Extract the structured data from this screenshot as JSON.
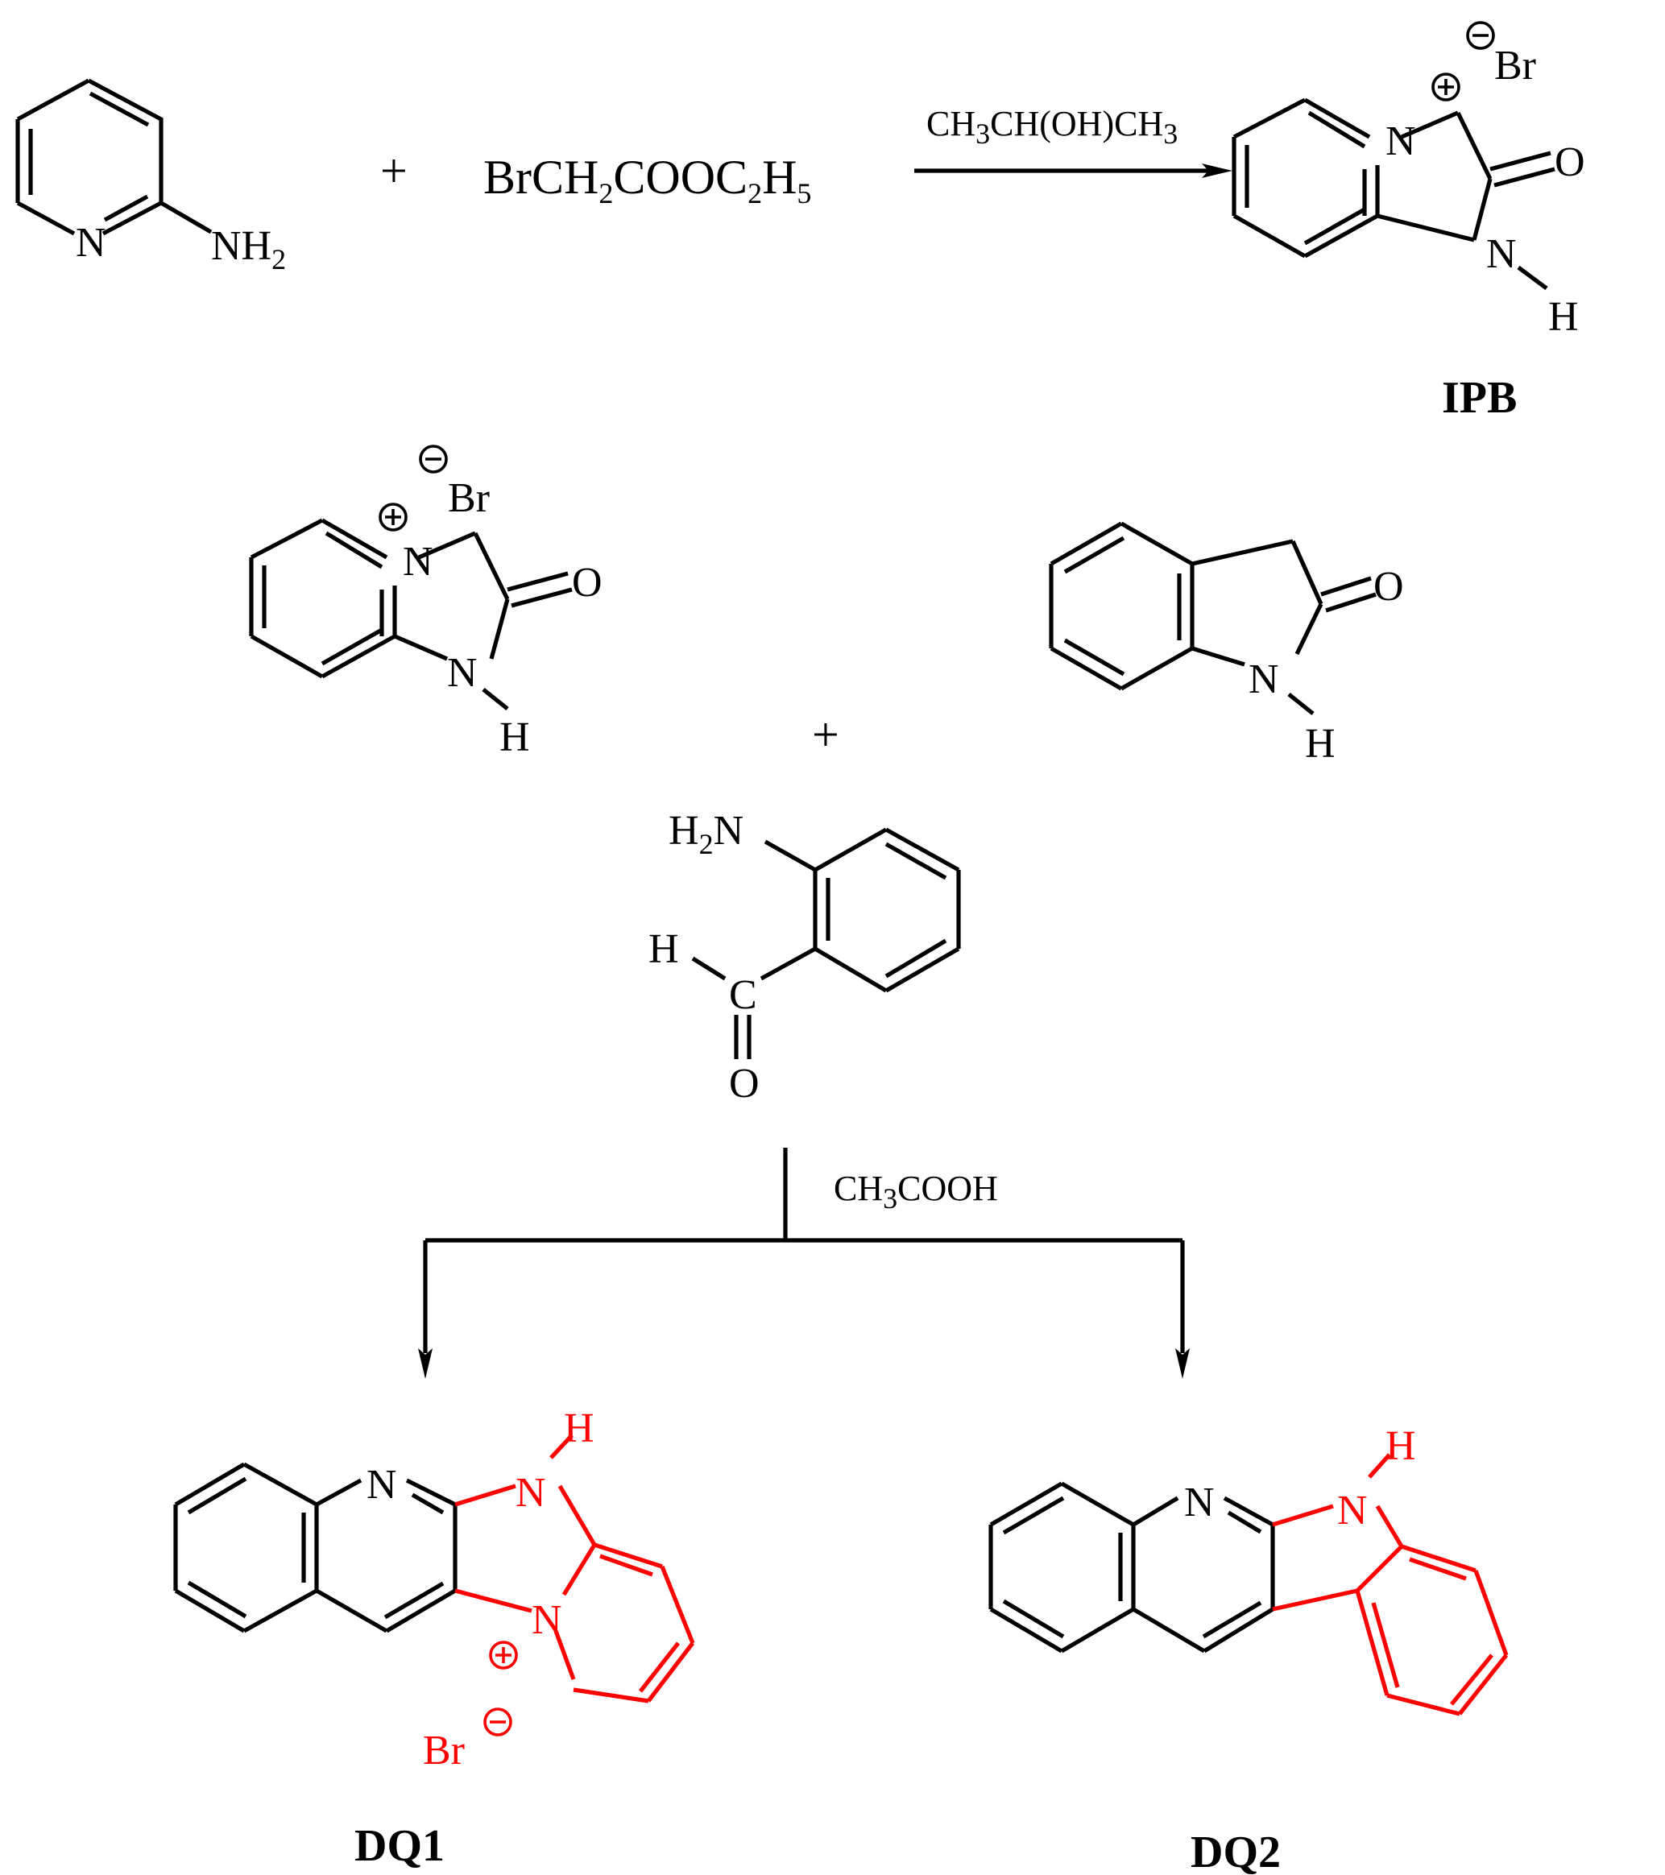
{
  "atoms": {
    "N": "N",
    "H": "H",
    "O": "O",
    "C": "C",
    "Br": "Br",
    "NH": "NH",
    "two": "2",
    "H2N_H": "H",
    "H2N_N": "N"
  },
  "reagents": {
    "ethyl_bromoacetate": {
      "p1": "BrCH",
      "s1": "2",
      "p2": "COOC",
      "s2": "2",
      "p3": "H",
      "s3": "5"
    },
    "plus": "+"
  },
  "conditions": {
    "step1": {
      "p1": "CH",
      "s1": "3",
      "p2": "CH(OH)CH",
      "s2": "3"
    },
    "step2": {
      "p1": "CH",
      "s1": "3",
      "p2": "COOH"
    }
  },
  "labels": {
    "ipb": "IPB",
    "dq1": "DQ1",
    "dq2": "DQ2"
  },
  "colors": {
    "bond": "#000000",
    "highlight": "#ff0000"
  }
}
